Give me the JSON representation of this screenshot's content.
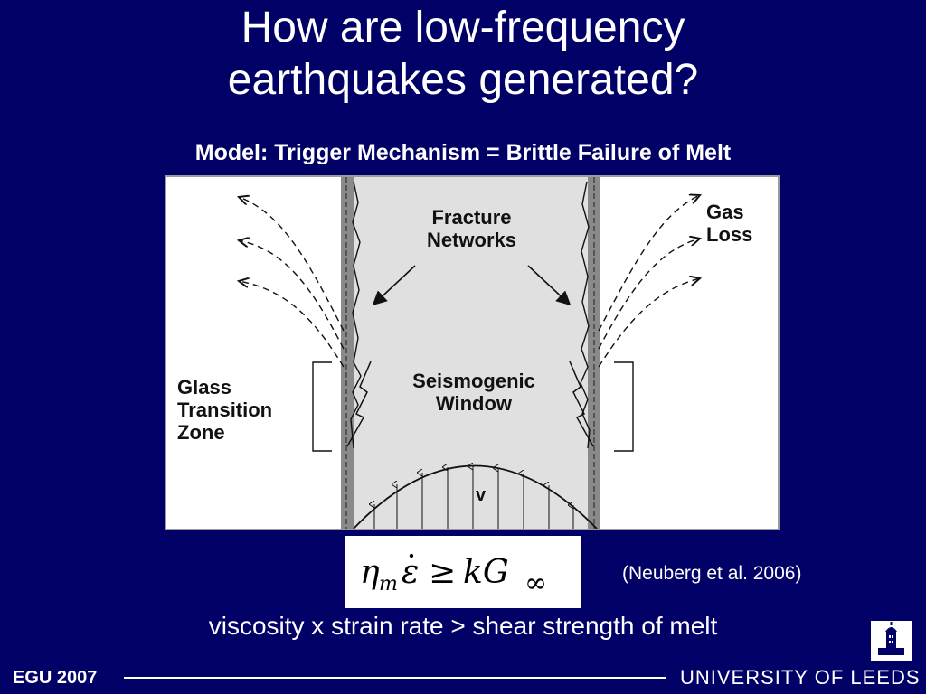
{
  "slide": {
    "title_line1": "How are low-frequency",
    "title_line2": "earthquakes generated?",
    "subtitle": "Model:  Trigger Mechanism = Brittle Failure of Melt"
  },
  "diagram": {
    "label_fracture": "Fracture\nNetworks",
    "label_gas": "Gas\nLoss",
    "label_glass": "Glass\nTransition\nZone",
    "label_seismo": "Seismogenic\nWindow",
    "label_v": "v"
  },
  "equation": {
    "formula": "η_m ε̇ ≥ kG_∞"
  },
  "citation": "(Neuberg et al. 2006)",
  "caption": "viscosity x strain rate > shear strength of melt",
  "footer": {
    "left": "EGU 2007",
    "right": "UNIVERSITY OF LEEDS"
  },
  "colors": {
    "background": "#000066",
    "text": "#ffffff",
    "conduit_fill": "#e0e0e0",
    "conduit_wall": "#8a8a8a"
  },
  "icons": {
    "logo": "leeds-parkinson-tower-logo"
  }
}
